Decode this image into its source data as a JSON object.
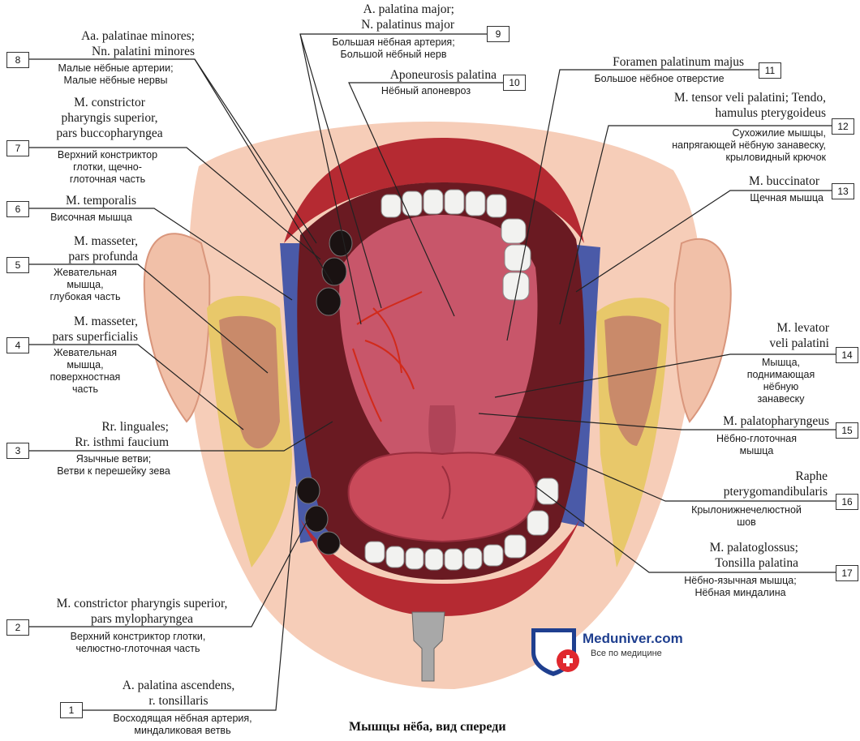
{
  "caption": "Мышцы нёба, вид спереди",
  "watermark": {
    "name": "Meduniver.com",
    "tagline": "Все по медицине"
  },
  "colors": {
    "lip": "#b52a32",
    "muscle": "#c8566a",
    "tongue": "#c94a5a",
    "fascia": "#4a5aa8",
    "fat": "#e8c86a",
    "skin": "#f6cdb8",
    "tooth": "#f2f2f0",
    "artery": "#d22a1a",
    "logo_blue": "#1f3f8f",
    "logo_red": "#e0282e"
  },
  "labels": [
    {
      "num": "1",
      "latin": "A. palatina ascendens,\nr. tonsillaris",
      "russian": "Восходящая нёбная артерия,\nминдаликовая ветвь"
    },
    {
      "num": "2",
      "latin": "M. constrictor pharyngis superior,\npars mylopharyngea",
      "russian": "Верхний констриктор глотки,\nчелюстно-глоточная часть"
    },
    {
      "num": "3",
      "latin": "Rr. linguales;\nRr. isthmi faucium",
      "russian": "Язычные ветви;\nВетви к перешейку зева"
    },
    {
      "num": "4",
      "latin": "M. masseter,\npars superficialis",
      "russian": "Жевательная\nмышца,\nповерхностная\nчасть"
    },
    {
      "num": "5",
      "latin": "M. masseter,\npars profunda",
      "russian": "Жевательная\nмышца,\nглубокая часть"
    },
    {
      "num": "6",
      "latin": "M. temporalis",
      "russian": "Височная мышца"
    },
    {
      "num": "7",
      "latin": "M. constrictor\npharyngis superior,\npars buccopharyngea",
      "russian": "Верхний констриктор\nглотки, щечно-\nглоточная часть"
    },
    {
      "num": "8",
      "latin": "Aa. palatinae minores;\nNn. palatini minores",
      "russian": "Малые нёбные артерии;\nМалые нёбные нервы"
    },
    {
      "num": "9",
      "latin": "A. palatina major;\nN. palatinus major",
      "russian": "Большая нёбная артерия;\nБольшой нёбный нерв"
    },
    {
      "num": "10",
      "latin": "Aponeurosis palatina",
      "russian": "Нёбный апоневроз"
    },
    {
      "num": "11",
      "latin": "Foramen palatinum majus",
      "russian": "Большое нёбное отверстие"
    },
    {
      "num": "12",
      "latin": "M. tensor veli palatini; Tendo,\nhamulus pterygoideus",
      "russian": "Сухожилие мышцы,\nнапрягающей нёбную занавеску,\nкрыловидный крючок"
    },
    {
      "num": "13",
      "latin": "M. buccinator",
      "russian": "Щечная мышца"
    },
    {
      "num": "14",
      "latin": "M. levator\nveli palatini",
      "russian": "Мышца,\nподнимающая\nнёбную\nзанавеску"
    },
    {
      "num": "15",
      "latin": "M. palatopharyngeus",
      "russian": "Нёбно-глоточная\nмышца"
    },
    {
      "num": "16",
      "latin": "Raphe\npterygomandibularis",
      "russian": "Крылонижнечелюстной\nшов"
    },
    {
      "num": "17",
      "latin": "M. palatoglossus;\nTonsilla palatina",
      "russian": "Нёбно-язычная мышца;\nНёбная миндалина"
    }
  ]
}
